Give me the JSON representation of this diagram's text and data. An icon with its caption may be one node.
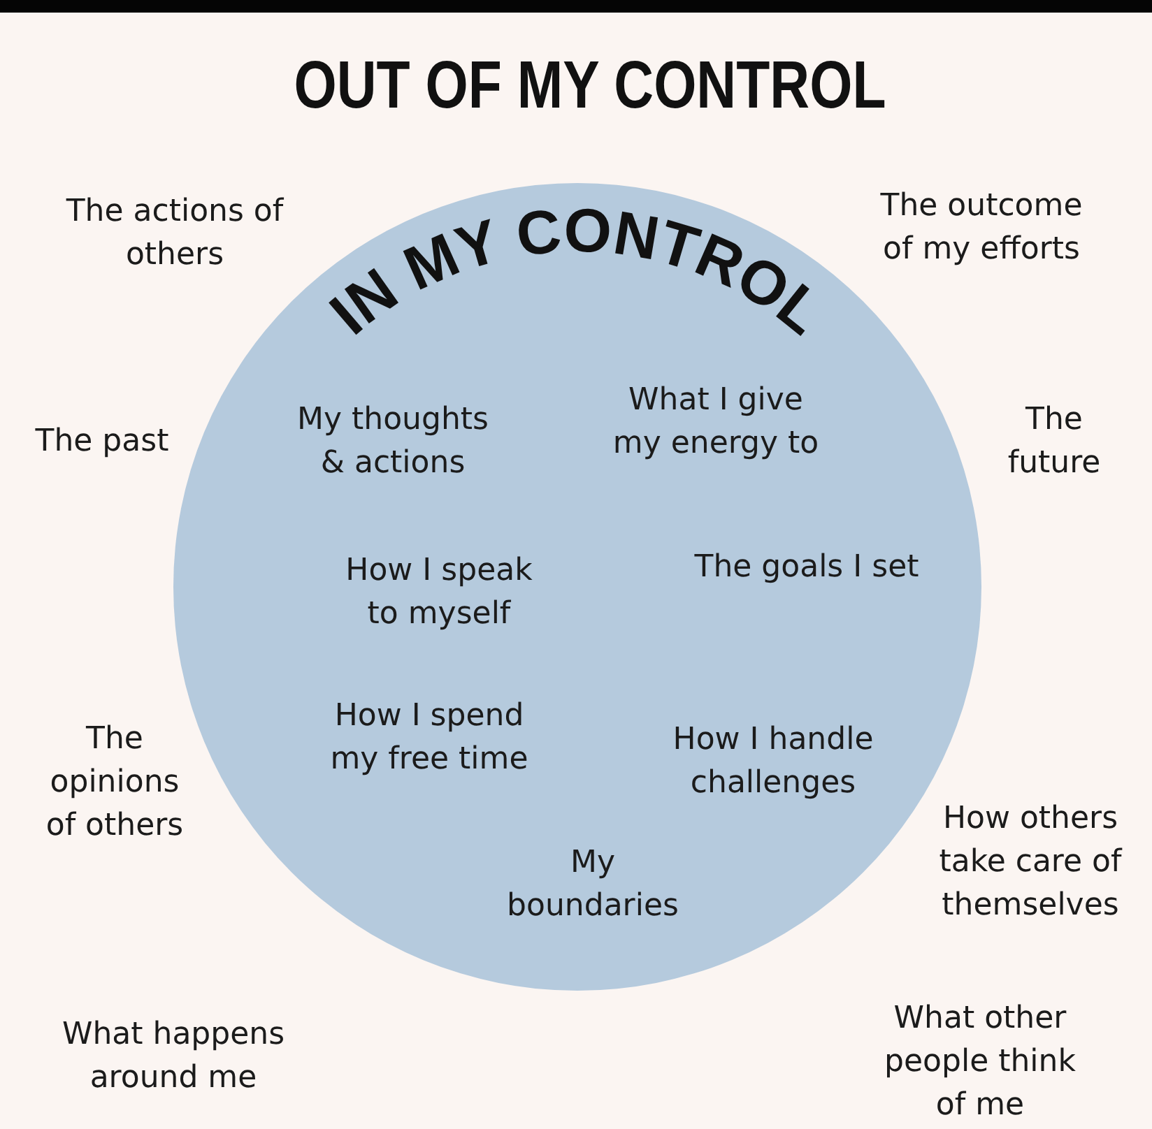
{
  "diagram": {
    "title": "OUT OF MY CONTROL",
    "nodes": [
      {
        "text": [
          "IN MY CONTROL",
          "My thoughts & actions",
          "What I give my energy to",
          "How I speak to myself",
          "The goals I set",
          "How I spend my free time",
          "How I handle challenges",
          "My boundaries"
        ]
      }
    ],
    "labels": [
      "The actions of others",
      "The outcome of my efforts",
      "The past",
      "The future",
      "The opinions of others",
      "How others take care of themselves",
      "What happens around me",
      "What other people think of me"
    ]
  }
}
